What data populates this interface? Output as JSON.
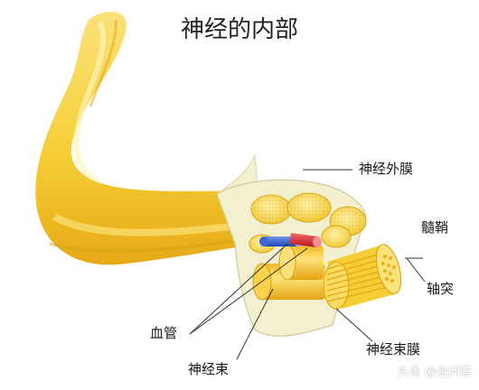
{
  "diagram": {
    "title": "神经的内部",
    "labels": {
      "epineurium": "神经外膜",
      "myelin_sheath": "髓鞘",
      "axon": "轴突",
      "perineurium": "神经束膜",
      "blood_vessel": "血管",
      "fascicle": "神经束"
    },
    "watermark": "头条 @金问答",
    "colors": {
      "nerve_main": "#f6cf38",
      "nerve_light": "#fde987",
      "nerve_dark": "#e7ab13",
      "sheath": "#f2f0cf",
      "vein": "#2a57c9",
      "artery": "#d5262a",
      "line": "#333333"
    }
  }
}
